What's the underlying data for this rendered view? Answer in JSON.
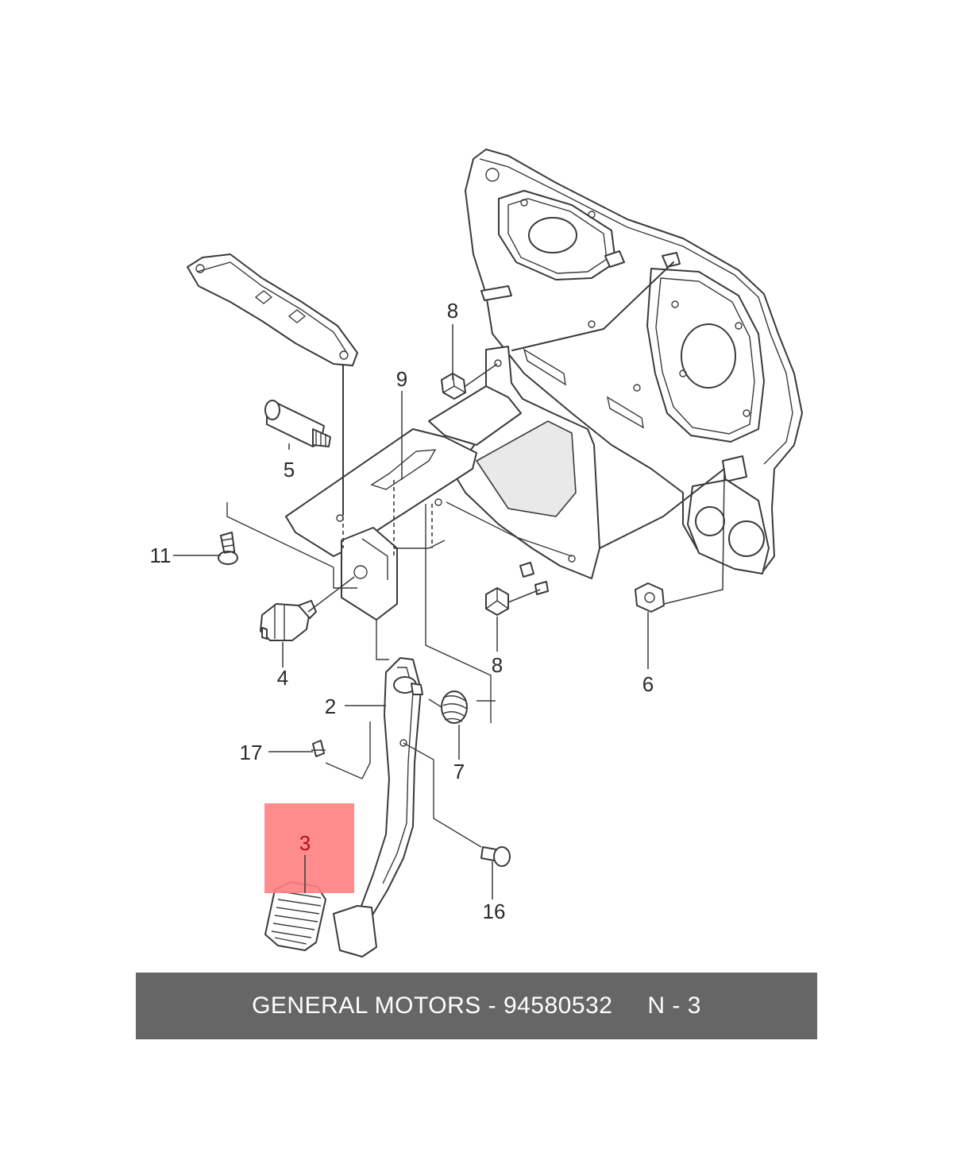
{
  "highlight_color": "#ff8080",
  "callouts": [
    {
      "id": "c2",
      "label": "2"
    },
    {
      "id": "c3",
      "label": "3"
    },
    {
      "id": "c4",
      "label": "4"
    },
    {
      "id": "c5",
      "label": "5"
    },
    {
      "id": "c6",
      "label": "6"
    },
    {
      "id": "c7",
      "label": "7"
    },
    {
      "id": "c8a",
      "label": "8"
    },
    {
      "id": "c8b",
      "label": "8"
    },
    {
      "id": "c9",
      "label": "9"
    },
    {
      "id": "c11",
      "label": "11"
    },
    {
      "id": "c16",
      "label": "16"
    },
    {
      "id": "c17",
      "label": "17"
    }
  ],
  "footer": {
    "brand_part": "GENERAL MOTORS - 94580532",
    "ref": "N - 3"
  }
}
